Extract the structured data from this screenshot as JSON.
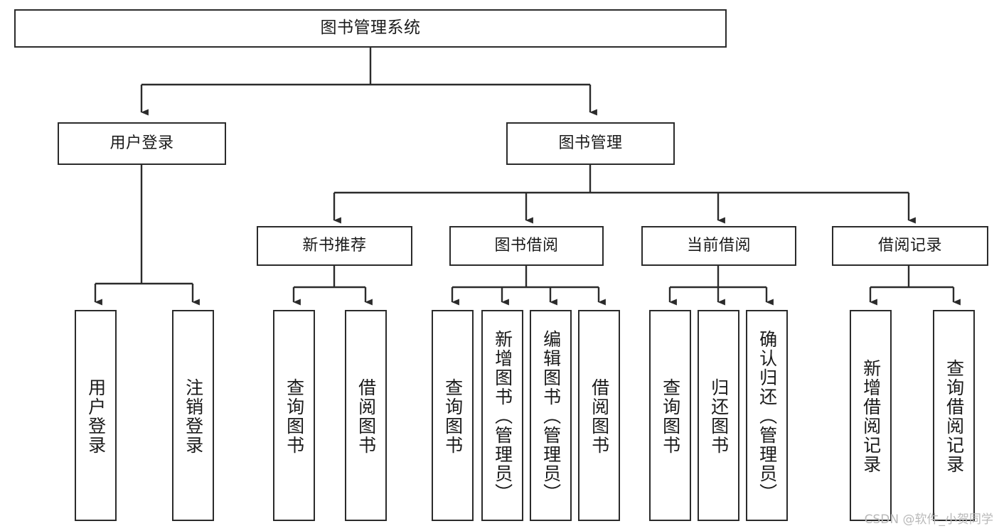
{
  "diagram": {
    "title": "图书管理系统",
    "watermark": "CSDN @软件_小贺同学",
    "stroke_color": "#2b2b2b",
    "box_fill": "#ffffff",
    "text_color": "#1a1a1a",
    "watermark_color": "#b9b9b9",
    "nodes": {
      "root": "图书管理系统",
      "l2_user_login": "用户登录",
      "l2_book_manage": "图书管理",
      "l3_new_book_rec": "新书推荐",
      "l3_book_borrow": "图书借阅",
      "l3_current_borrow": "当前借阅",
      "l3_borrow_record": "借阅记录",
      "leaf_user_login": "用户登录",
      "leaf_logout": "注销登录",
      "leaf_query_book_a": "查询图书",
      "leaf_borrow_book_a": "借阅图书",
      "leaf_query_book_b": "查询图书",
      "leaf_add_book_admin": "新增图书（管理员）",
      "leaf_edit_book_admin": "编辑图书（管理员）",
      "leaf_borrow_book_b": "借阅图书",
      "leaf_query_book_c": "查询图书",
      "leaf_return_book": "归还图书",
      "leaf_confirm_return_admin": "确认归还（管理员）",
      "leaf_add_record": "新增借阅记录",
      "leaf_query_record": "查询借阅记录"
    }
  },
  "chart_data": {
    "type": "diagram",
    "subtype": "tree-hierarchy",
    "title": "图书管理系统",
    "orientation": "top-down",
    "levels": 4,
    "tree": {
      "label": "图书管理系统",
      "children": [
        {
          "label": "用户登录",
          "children": [
            {
              "label": "用户登录",
              "children": []
            },
            {
              "label": "注销登录",
              "children": []
            }
          ]
        },
        {
          "label": "图书管理",
          "children": [
            {
              "label": "新书推荐",
              "children": [
                {
                  "label": "查询图书",
                  "children": []
                },
                {
                  "label": "借阅图书",
                  "children": []
                }
              ]
            },
            {
              "label": "图书借阅",
              "children": [
                {
                  "label": "查询图书",
                  "children": []
                },
                {
                  "label": "新增图书（管理员）",
                  "children": []
                },
                {
                  "label": "编辑图书（管理员）",
                  "children": []
                },
                {
                  "label": "借阅图书",
                  "children": []
                }
              ]
            },
            {
              "label": "当前借阅",
              "children": [
                {
                  "label": "查询图书",
                  "children": []
                },
                {
                  "label": "归还图书",
                  "children": []
                },
                {
                  "label": "确认归还（管理员）",
                  "children": []
                }
              ]
            },
            {
              "label": "借阅记录",
              "children": [
                {
                  "label": "新增借阅记录",
                  "children": []
                },
                {
                  "label": "查询借阅记录",
                  "children": []
                }
              ]
            }
          ]
        }
      ]
    },
    "node_count": 20,
    "edge_style": "orthogonal-elbow-with-arrowheads",
    "leaf_text_orientation": "vertical-upright"
  }
}
